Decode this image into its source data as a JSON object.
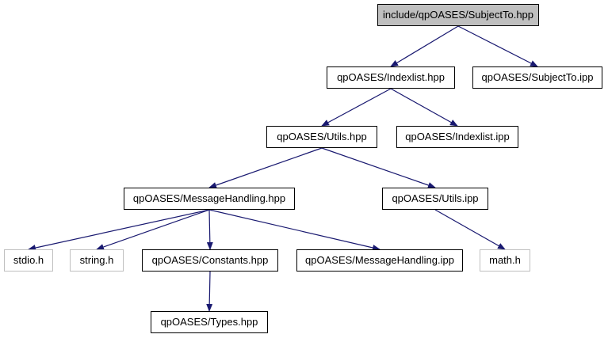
{
  "nodes": {
    "root": "include/qpOASES/SubjectTo.hpp",
    "indexlist_hpp": "qpOASES/Indexlist.hpp",
    "subjectto_ipp": "qpOASES/SubjectTo.ipp",
    "utils_hpp": "qpOASES/Utils.hpp",
    "indexlist_ipp": "qpOASES/Indexlist.ipp",
    "messagehandling_hpp": "qpOASES/MessageHandling.hpp",
    "utils_ipp": "qpOASES/Utils.ipp",
    "stdio_h": "stdio.h",
    "string_h": "string.h",
    "constants_hpp": "qpOASES/Constants.hpp",
    "messagehandling_ipp": "qpOASES/MessageHandling.ipp",
    "math_h": "math.h",
    "types_hpp": "qpOASES/Types.hpp"
  },
  "edges": [
    [
      "root",
      "indexlist_hpp"
    ],
    [
      "root",
      "subjectto_ipp"
    ],
    [
      "indexlist_hpp",
      "utils_hpp"
    ],
    [
      "indexlist_hpp",
      "indexlist_ipp"
    ],
    [
      "utils_hpp",
      "messagehandling_hpp"
    ],
    [
      "utils_hpp",
      "utils_ipp"
    ],
    [
      "messagehandling_hpp",
      "stdio_h"
    ],
    [
      "messagehandling_hpp",
      "string_h"
    ],
    [
      "messagehandling_hpp",
      "constants_hpp"
    ],
    [
      "messagehandling_hpp",
      "messagehandling_ipp"
    ],
    [
      "utils_ipp",
      "math_h"
    ],
    [
      "constants_hpp",
      "types_hpp"
    ]
  ],
  "colors": {
    "edge": "#191970",
    "root_fill": "#bfbfbf",
    "external_border": "#bfbfbf"
  }
}
